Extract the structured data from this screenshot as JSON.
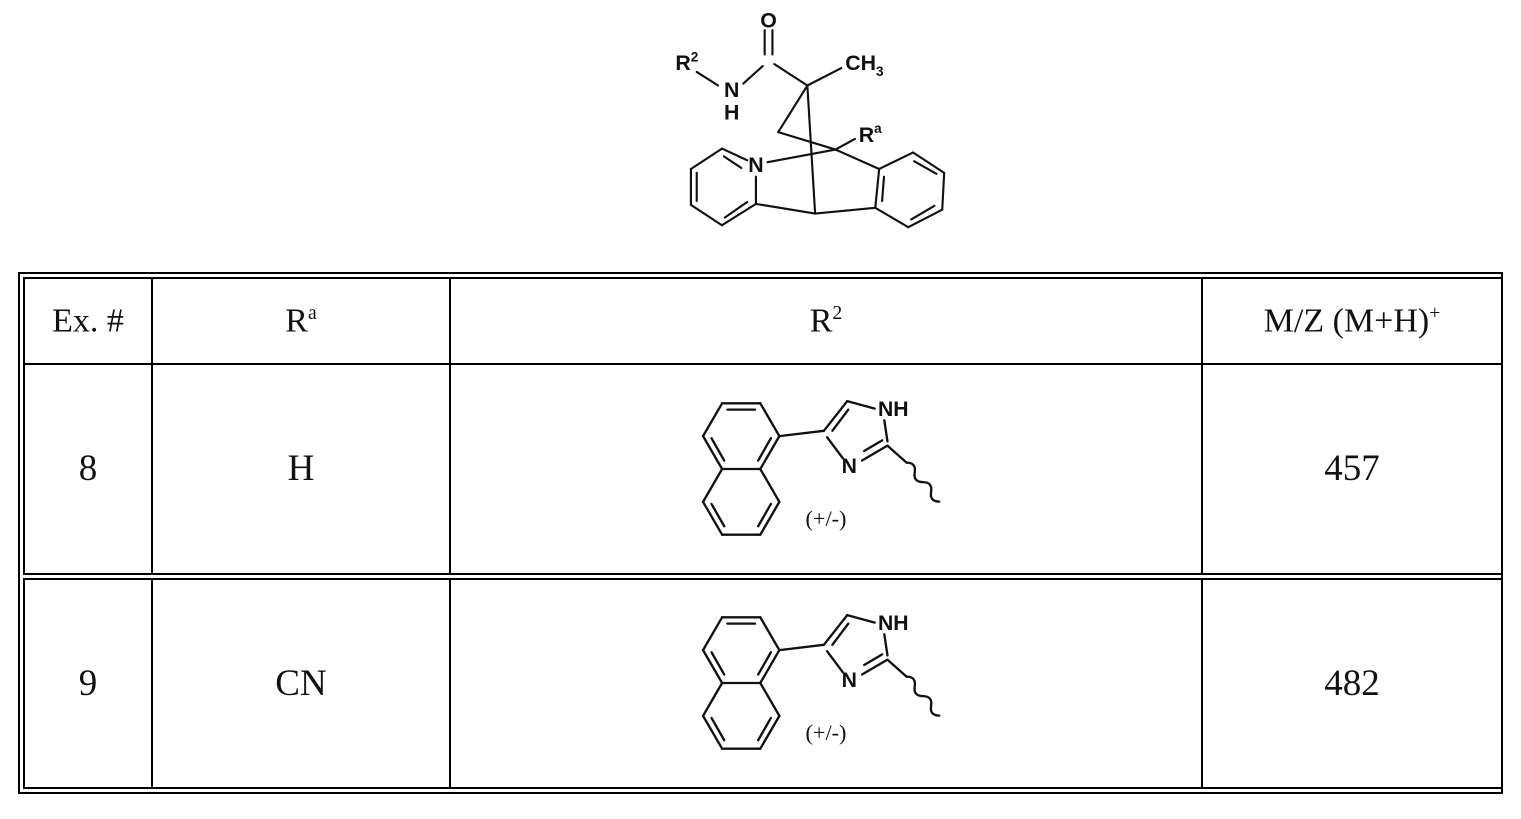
{
  "page": {
    "background": "#ffffff",
    "ink": "#111111"
  },
  "top_structure": {
    "labels": {
      "substituent_r2_base": "R",
      "substituent_r2_sup": "2",
      "amide_nitrogen": "N",
      "amide_hydrogen": "H",
      "carbonyl_oxygen": "O",
      "methyl_base": "CH",
      "methyl_sub": "3",
      "substituent_ra_base": "R",
      "substituent_ra_sup": "a",
      "pyridine_nitrogen": "N"
    }
  },
  "r2_fragment": {
    "imidazole_nh": "NH",
    "imidazole_n": "N",
    "stereo_label": "(+/-)"
  },
  "table": {
    "columns": [
      {
        "base": "Ex. #",
        "sup": ""
      },
      {
        "base": "R",
        "sup": "a"
      },
      {
        "base": "R",
        "sup": "2"
      },
      {
        "base": "M/Z (M+H)",
        "sup": "+"
      }
    ],
    "rows": [
      {
        "ex": "8",
        "ra": "H",
        "mz": "457"
      },
      {
        "ex": "9",
        "ra": "CN",
        "mz": "482"
      }
    ]
  }
}
